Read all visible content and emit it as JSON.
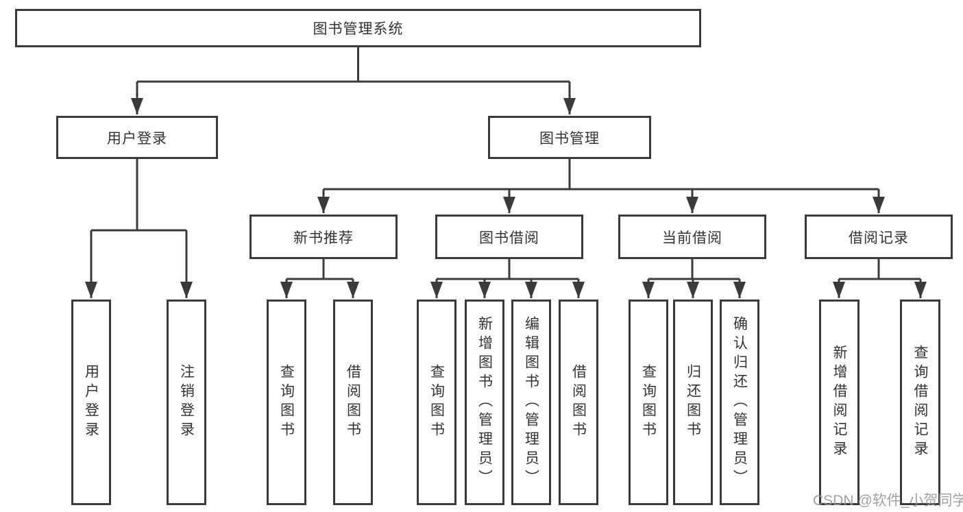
{
  "nodes": {
    "root": "图书管理系统",
    "user_login_branch": "用户登录",
    "book_mgmt_branch": "图书管理",
    "leaf_user_login": "用户登录",
    "leaf_logout": "注销登录",
    "new_book_rec": "新书推荐",
    "book_borrow": "图书借阅",
    "current_borrow": "当前借阅",
    "borrow_records": "借阅记录",
    "nbr_query_books": "查询图书",
    "nbr_borrow_books": "借阅图书",
    "bb_query_books": "查询图书",
    "bb_add_books": "新增图书（管理员）",
    "bb_edit_books": "编辑图书（管理员）",
    "bb_borrow_books": "借阅图书",
    "cb_query_books": "查询图书",
    "cb_return_books": "归还图书",
    "cb_confirm_return": "确认归还（管理员）",
    "br_add_record": "新增借阅记录",
    "br_query_record": "查询借阅记录"
  },
  "watermark": "CSDN @软件_小贺同学",
  "colors": {
    "line": "#3a3a3a",
    "text": "#333333",
    "watermark": "#96969c"
  }
}
